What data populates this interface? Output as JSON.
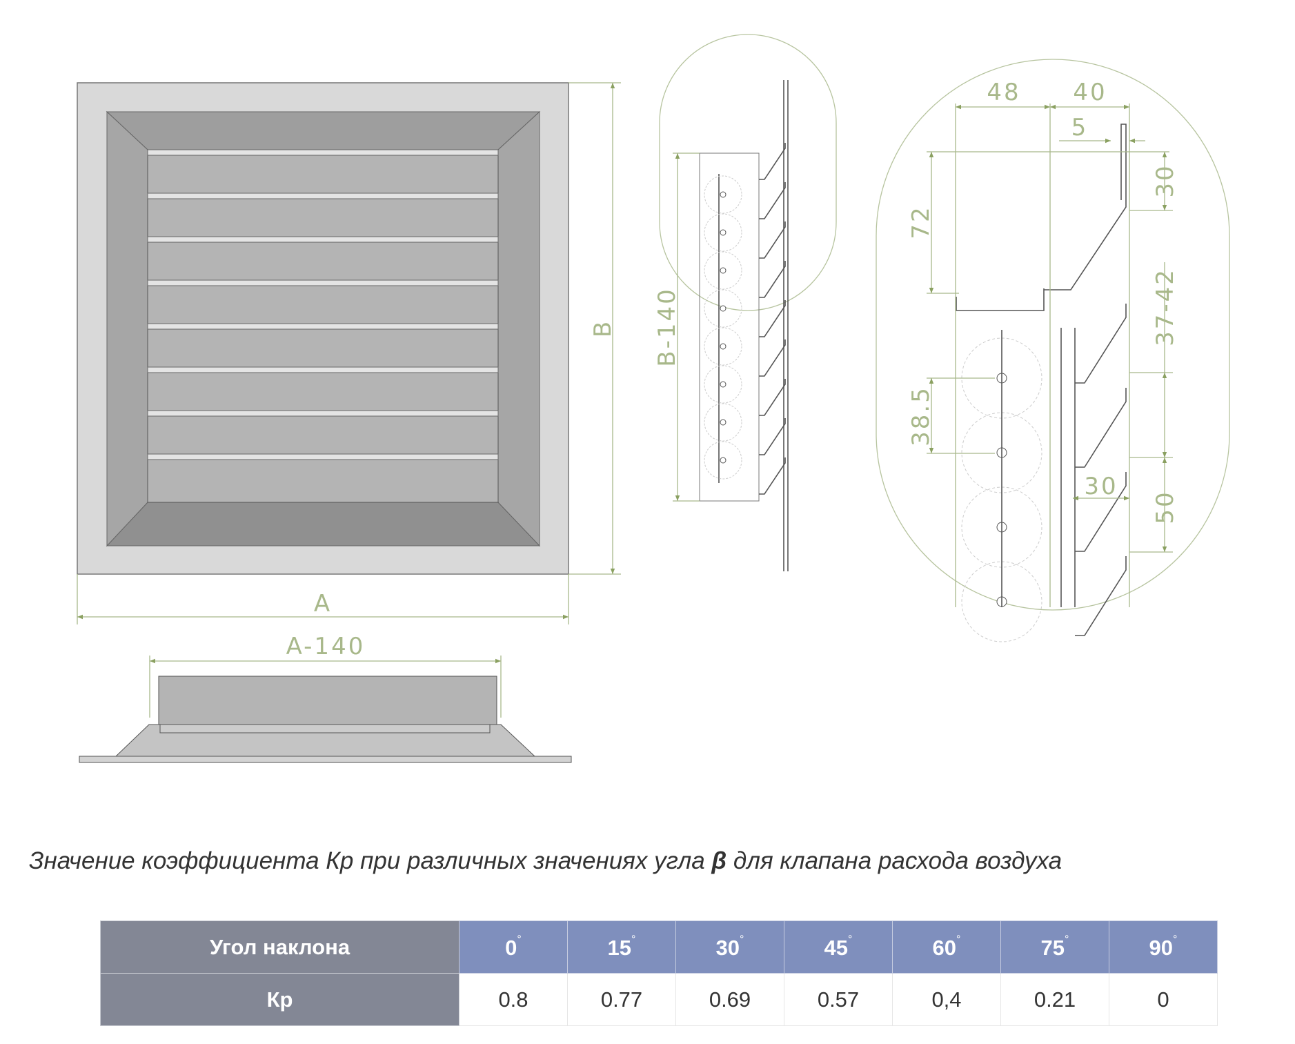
{
  "drawing": {
    "front_view": {
      "dim_width": "A",
      "dim_height": "B"
    },
    "bottom_view": {
      "dim_width": "A-140"
    },
    "side_view": {
      "dim_height": "B-140"
    },
    "detail_view": {
      "dims": {
        "d48": "48",
        "d40": "40",
        "d5": "5",
        "d30_top": "30",
        "d72": "72",
        "d37_42": "37-42",
        "d38_5": "38.5",
        "d30_slat": "30",
        "d50": "50"
      }
    }
  },
  "caption": {
    "before": "Значение коэффициента Кр при различных значениях угла ",
    "symbol": "β",
    "after": " для клапана расхода воздуха"
  },
  "table": {
    "header_label": "Угол наклона",
    "row_label": "Кр",
    "degree_symbol": "°",
    "angles": [
      "0",
      "15",
      "30",
      "45",
      "60",
      "75",
      "90"
    ],
    "values": [
      "0.8",
      "0.77",
      "0.69",
      "0.57",
      "0,4",
      "0.21",
      "0"
    ]
  },
  "colors": {
    "header_gray": "#838795",
    "header_blue": "#7f8fbd",
    "dimension_green": "#a8b88a"
  }
}
